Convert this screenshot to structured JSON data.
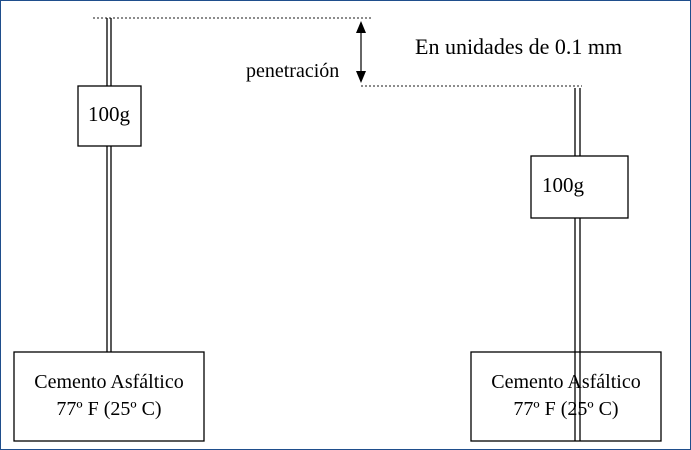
{
  "diagram": {
    "units_label": "En unidades de 0.1 mm",
    "penetration_label": "penetración",
    "left_weight": "100g",
    "right_weight": "100g",
    "left_base": {
      "line1": "Cemento Asfáltico",
      "line2": "77º F (25º C)"
    },
    "right_base": {
      "line1": "Cemento Asfáltico",
      "line2": "77º F (25º C)"
    },
    "colors": {
      "frame_border": "#1f4e8c",
      "lines": "#000000",
      "dotted": "#555555"
    }
  }
}
